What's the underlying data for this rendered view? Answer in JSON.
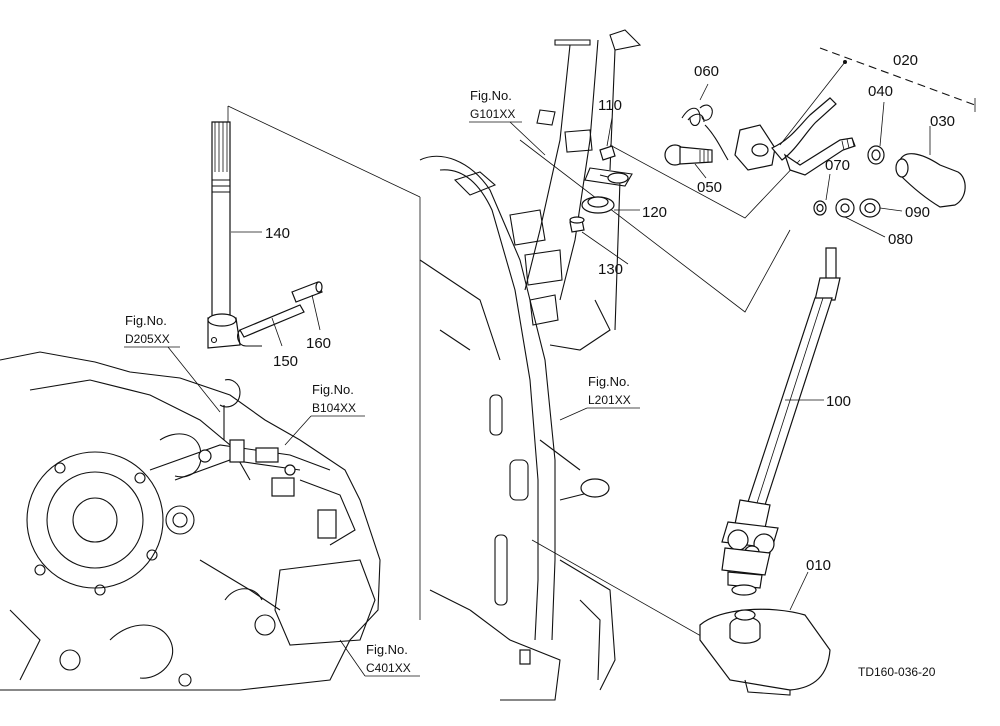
{
  "callouts": {
    "p010": "010",
    "p020": "020",
    "p030": "030",
    "p040": "040",
    "p050": "050",
    "p060": "060",
    "p070": "070",
    "p080": "080",
    "p090": "090",
    "p100": "100",
    "p110": "110",
    "p120": "120",
    "p130": "130",
    "p140": "140",
    "p150": "150",
    "p160": "160"
  },
  "figure_refs": {
    "g101": {
      "fig": "Fig.No.",
      "code": "G101XX"
    },
    "d205": {
      "fig": "Fig.No.",
      "code": "D205XX"
    },
    "b104": {
      "fig": "Fig.No.",
      "code": "B104XX"
    },
    "l201": {
      "fig": "Fig.No.",
      "code": "L201XX"
    },
    "c401": {
      "fig": "Fig.No.",
      "code": "C401XX"
    }
  },
  "drawing_code": "TD160-036-20"
}
